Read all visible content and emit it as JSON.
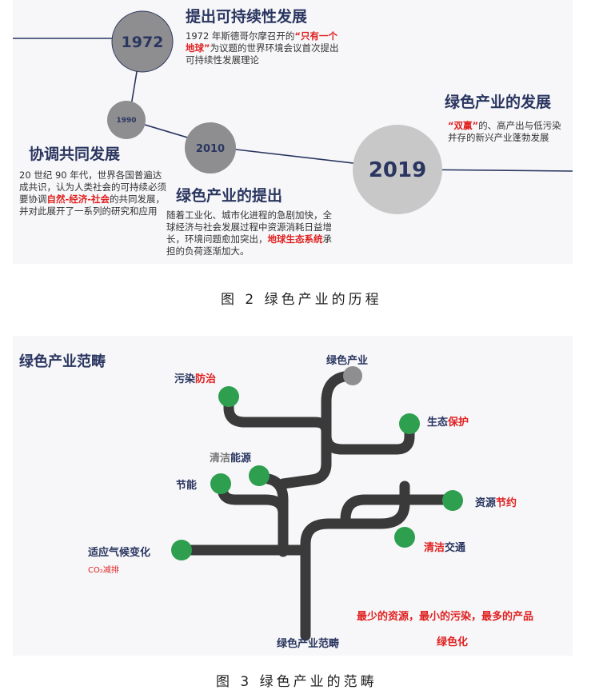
{
  "fig2": {
    "caption": "图 2  绿色产业的历程",
    "years": [
      "1972",
      "1990",
      "2010",
      "2019"
    ],
    "events": [
      {
        "title": "提出可持续性发展",
        "pre": "1972 年斯德哥尔摩召开的",
        "hl": "“只有一个地球”",
        "post": "为议题的世界环境会议首次提出可持续性发展理论"
      },
      {
        "title": "协调共同发展",
        "pre": "20 世纪 90 年代，世界各国普遍达成共识，认为人类社会的可持续必须要协调",
        "hl": "自然-经济-社会",
        "post": "的共同发展，并对此展开了一系列的研究和应用"
      },
      {
        "title": "绿色产业的提出",
        "pre": "随着工业化、城市化进程的急剧加快，全球经济与社会发展过程中资源消耗日益增长，环境问题愈加突出，",
        "hl": "地球生态系统",
        "post": "承担的负荷逐渐加大。"
      },
      {
        "title": "绿色产业的发展",
        "pre": "",
        "hl": "“双赢”",
        "post": "的、高产出与低污染并存的新兴产业蓬勃发展"
      }
    ]
  },
  "fig3": {
    "title": "绿色产业范畴",
    "caption": "图 3  绿色产业的范畴",
    "root": "绿色产业",
    "base": "绿色产业范畴",
    "branches": [
      {
        "a": "污染",
        "b": "防治"
      },
      {
        "a": "生态",
        "b": "保护"
      },
      {
        "a": "清洁",
        "b": "能源"
      },
      {
        "a": "节能",
        "b": ""
      },
      {
        "a": "资源",
        "b": "节约"
      },
      {
        "a": "适应气候变化",
        "b": ""
      },
      {
        "a": "清洁",
        "b": "交通"
      }
    ],
    "co2": "CO₂减排",
    "slogan1": "最少的资源，最小的污染，最多的产品",
    "slogan2": "绿色化"
  },
  "colors": {
    "navy": "#2a3660",
    "red": "#e02020",
    "green": "#2e9e4f",
    "branch": "#3a3a3a",
    "circle": "#8e8e90"
  }
}
